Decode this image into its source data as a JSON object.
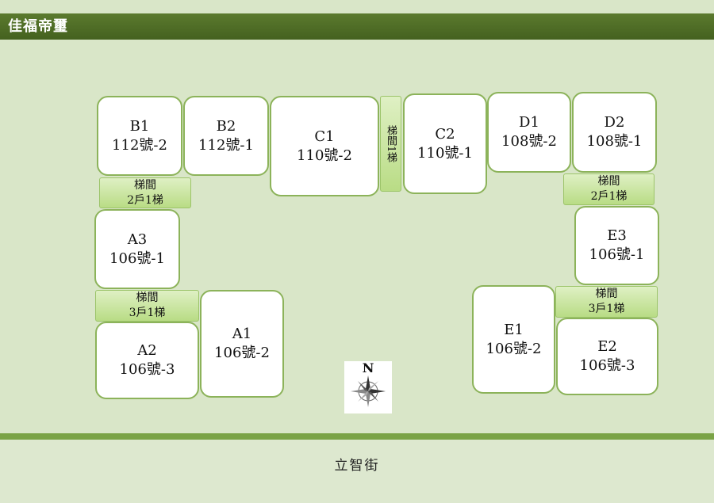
{
  "title": "佳福帝璽",
  "units": {
    "b1": {
      "name": "B1",
      "no": "112號-2"
    },
    "b2": {
      "name": "B2",
      "no": "112號-1"
    },
    "c1": {
      "name": "C1",
      "no": "110號-2"
    },
    "c2": {
      "name": "C2",
      "no": "110號-1"
    },
    "d1": {
      "name": "D1",
      "no": "108號-2"
    },
    "d2": {
      "name": "D2",
      "no": "108號-1"
    },
    "a3": {
      "name": "A3",
      "no": "106號-1"
    },
    "e3": {
      "name": "E3",
      "no": "106號-1"
    },
    "a2": {
      "name": "A2",
      "no": "106號-3"
    },
    "a1": {
      "name": "A1",
      "no": "106號-2"
    },
    "e1": {
      "name": "E1",
      "no": "106號-2"
    },
    "e2": {
      "name": "E2",
      "no": "106號-3"
    }
  },
  "stairs": {
    "left_upper": {
      "line1": "梯間",
      "line2": "2戶1梯"
    },
    "left_lower": {
      "line1": "梯間",
      "line2": "3戶1梯"
    },
    "right_upper": {
      "line1": "梯間",
      "line2": "2戶1梯"
    },
    "right_lower": {
      "line1": "梯間",
      "line2": "3戶1梯"
    },
    "center": {
      "text": "梯間1梯"
    }
  },
  "compass": {
    "north": "N",
    "icon": "compass-rose-icon"
  },
  "street": "立智街"
}
